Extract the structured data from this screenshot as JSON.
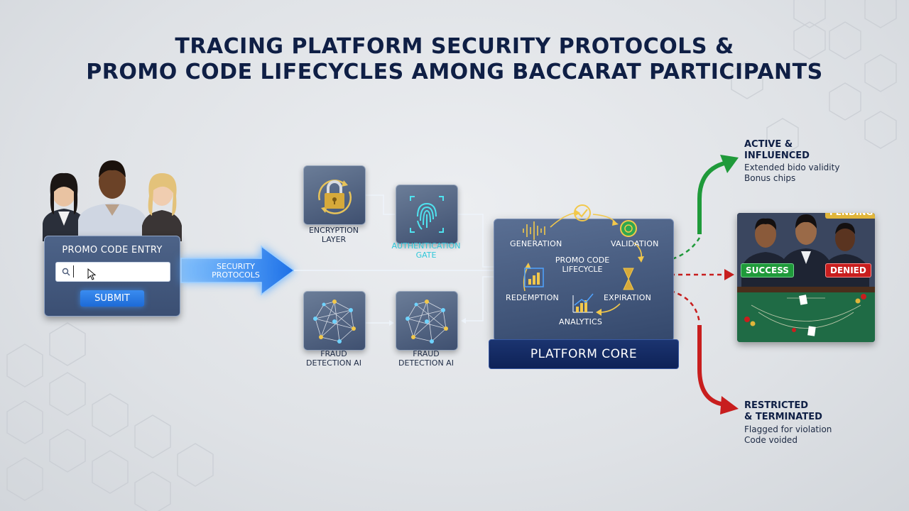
{
  "title": {
    "line1": "TRACING PLATFORM SECURITY PROTOCOLS &",
    "line2": "PROMO CODE LIFECYCLES AMONG BACCARAT PARTICIPANTS"
  },
  "promo_entry": {
    "title": "PROMO CODE ENTRY",
    "submit_label": "SUBMIT",
    "input_value": ""
  },
  "security_arrow": {
    "label_line1": "SECURITY",
    "label_line2": "PROTOCOLS"
  },
  "tiles": {
    "encryption": {
      "line1": "ENCRYPTION",
      "line2": "LAYER"
    },
    "authentication": {
      "line1": "AUTHENTICATION",
      "line2": "GATE"
    },
    "fraud_a": {
      "line1": "FRAUD",
      "line2": "DETECTION AI"
    },
    "fraud_b": {
      "line1": "FRAUD",
      "line2": "DETECTION AI"
    }
  },
  "platform_core": {
    "label": "PLATFORM CORE",
    "center_line1": "PROMO CODE",
    "center_line2": "LIFECYCLE",
    "stages": {
      "generation": "GENERATION",
      "validation": "VALIDATION",
      "redemption": "REDEMPTION",
      "expiration": "EXPIRATION",
      "analytics": "ANALYTICS"
    }
  },
  "outcomes": {
    "active": {
      "title_line1": "ACTIVE &",
      "title_line2": "INFLUENCED",
      "note_line1": "Extended bido validity",
      "note_line2": "Bonus chips"
    },
    "restricted": {
      "title_line1": "RESTRICTED",
      "title_line2": "& TERMINATED",
      "note_line1": "Flagged for violation",
      "note_line2": "Code voided"
    }
  },
  "badges": {
    "pending": "PENDING",
    "success": "SUCCESS",
    "denied": "DENIED"
  },
  "colors": {
    "navy": "#0f1f45",
    "accent_blue": "#2f8cff",
    "green": "#1f9a3a",
    "red": "#c81e1e",
    "gold": "#e0b53a"
  }
}
